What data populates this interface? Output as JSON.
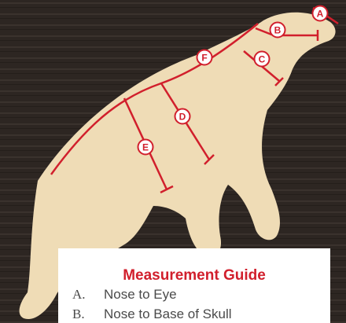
{
  "colors": {
    "accent": "#d11f2c",
    "figure": "#efdcb6",
    "background": "#2b2420"
  },
  "markers": [
    {
      "letter": "A",
      "name": "Nose to Eye"
    },
    {
      "letter": "B",
      "name": "Nose to Base of Skull"
    },
    {
      "letter": "C",
      "name": ""
    },
    {
      "letter": "D",
      "name": ""
    },
    {
      "letter": "E",
      "name": ""
    },
    {
      "letter": "F",
      "name": ""
    }
  ],
  "guide": {
    "title": "Measurement Guide",
    "rows": [
      {
        "letter": "A.",
        "text": "Nose to Eye"
      },
      {
        "letter": "B.",
        "text": "Nose to Base of Skull"
      }
    ]
  }
}
